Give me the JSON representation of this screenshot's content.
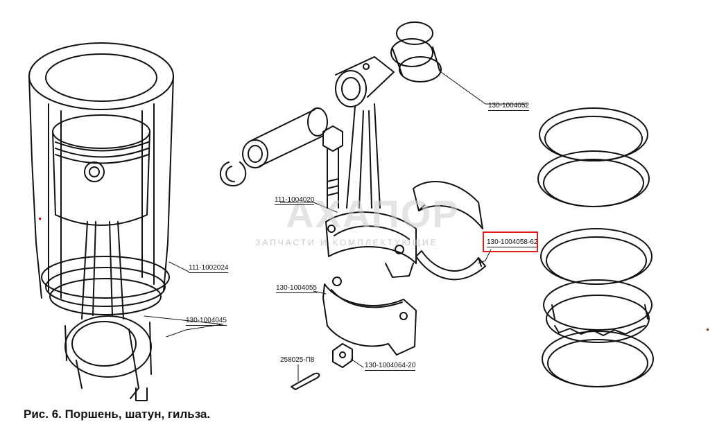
{
  "caption": "Рис. 6. Поршень, шатун, гильза.",
  "watermark": {
    "brand": "АХАПОР",
    "tagline": "ЗАПЧАСТИ И КОМПЛЕКТУЮЩИЕ"
  },
  "highlight_color": "#e01b1b",
  "labels": {
    "p1": "130-1004052",
    "p2": "111-1004020",
    "p3": "130-1004058-62",
    "p4": "111-1002024",
    "p5": "130-1004045",
    "p6": "130-1004055",
    "p7": "258025-П8",
    "p8": "130-1004064-20"
  }
}
